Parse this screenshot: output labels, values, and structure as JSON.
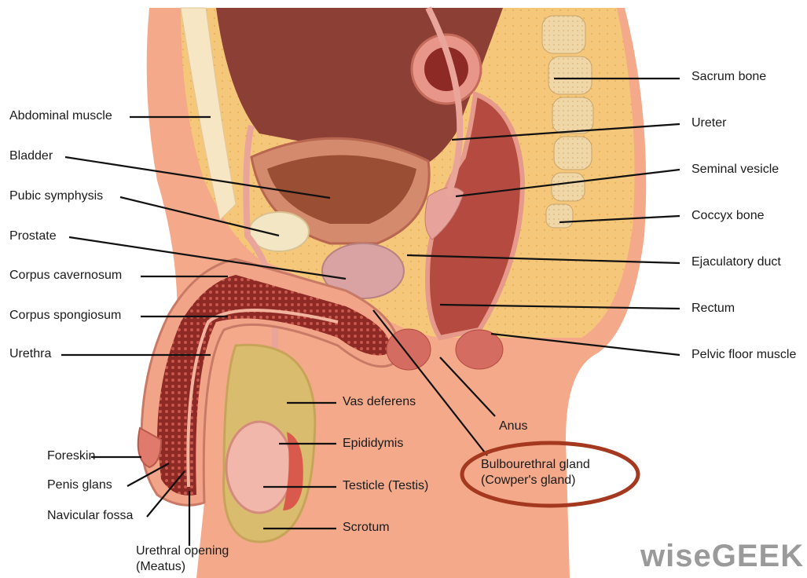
{
  "labels": {
    "abdominal_muscle": "Abdominal muscle",
    "bladder": "Bladder",
    "pubic_symphysis": "Pubic symphysis",
    "prostate": "Prostate",
    "corpus_cavernosum": "Corpus cavernosum",
    "corpus_spongiosum": "Corpus spongiosum",
    "urethra": "Urethra",
    "foreskin": "Foreskin",
    "penis_glans": "Penis glans",
    "navicular_fossa": "Navicular fossa",
    "urethral_opening": "Urethral opening\n(Meatus)",
    "vas_deferens": "Vas deferens",
    "epididymis": "Epididymis",
    "testicle": "Testicle (Testis)",
    "scrotum": "Scrotum",
    "anus": "Anus",
    "bulbourethral_gland": "Bulbourethral gland\n(Cowper's gland)",
    "sacrum_bone": "Sacrum bone",
    "ureter": "Ureter",
    "seminal_vesicle": "Seminal vesicle",
    "coccyx_bone": "Coccyx bone",
    "ejaculatory_duct": "Ejaculatory duct",
    "rectum": "Rectum",
    "pelvic_floor_muscle": "Pelvic floor muscle"
  },
  "watermark": "wiseGEEK",
  "highlight_color": "#a5391f"
}
